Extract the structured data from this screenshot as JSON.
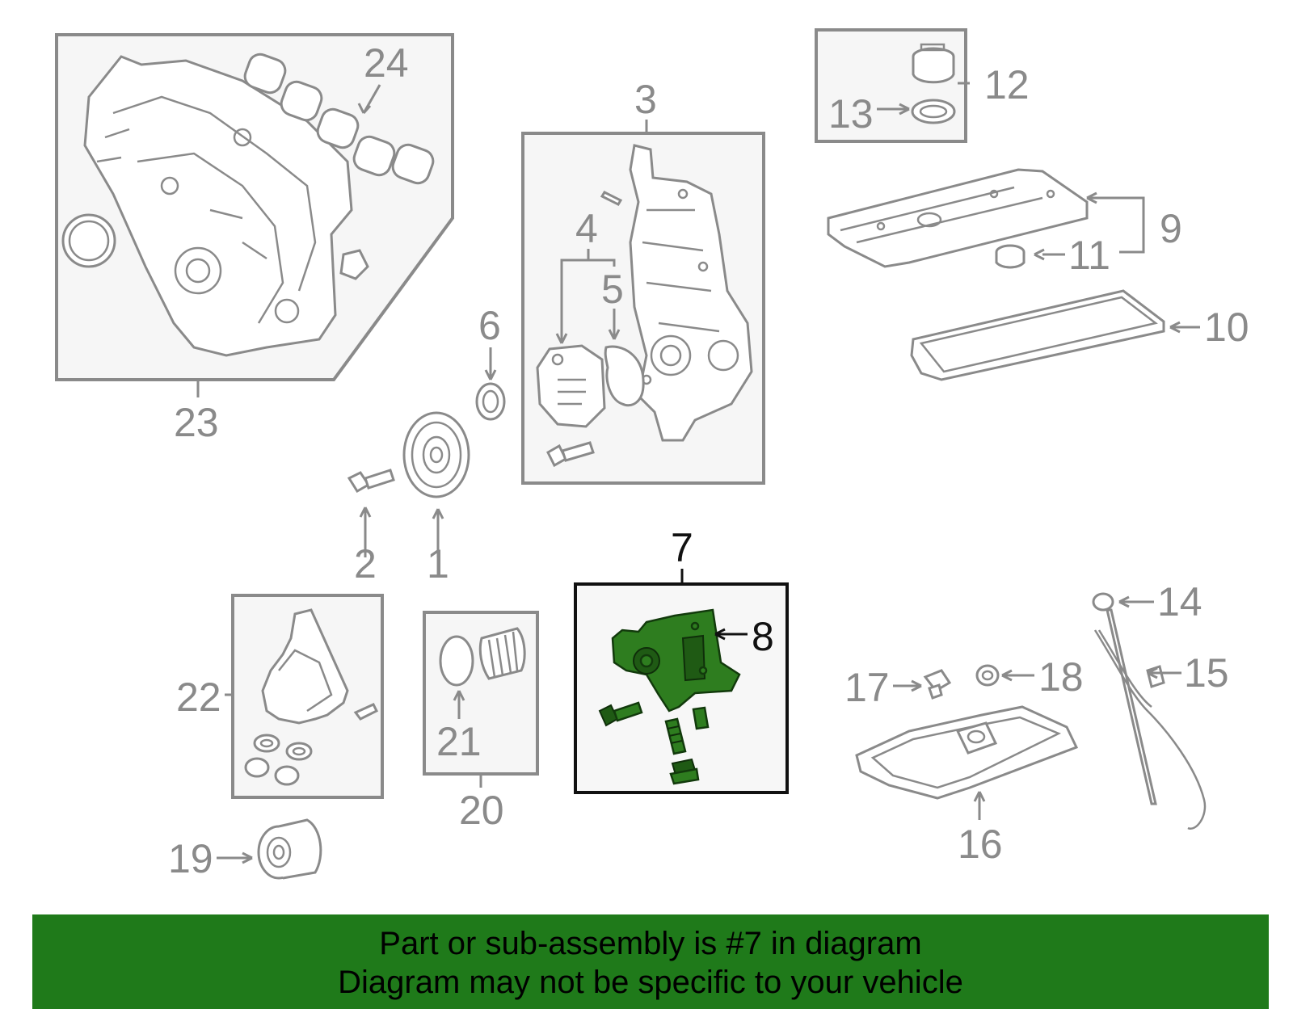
{
  "diagram": {
    "callouts": {
      "n1": "1",
      "n2": "2",
      "n3": "3",
      "n4": "4",
      "n5": "5",
      "n6": "6",
      "n7": "7",
      "n8": "8",
      "n9": "9",
      "n10": "10",
      "n11": "11",
      "n12": "12",
      "n13": "13",
      "n14": "14",
      "n15": "15",
      "n16": "16",
      "n17": "17",
      "n18": "18",
      "n19": "19",
      "n20": "20",
      "n21": "21",
      "n22": "22",
      "n23": "23",
      "n24": "24"
    },
    "highlighted_part": "7",
    "highlight_color": "#2e7d1f",
    "line_color": "#8a8a8a"
  },
  "footer": {
    "line1": "Part or sub-assembly is #7 in diagram",
    "line2": "Diagram may not be specific to your vehicle",
    "background": "#1f7a1a"
  }
}
